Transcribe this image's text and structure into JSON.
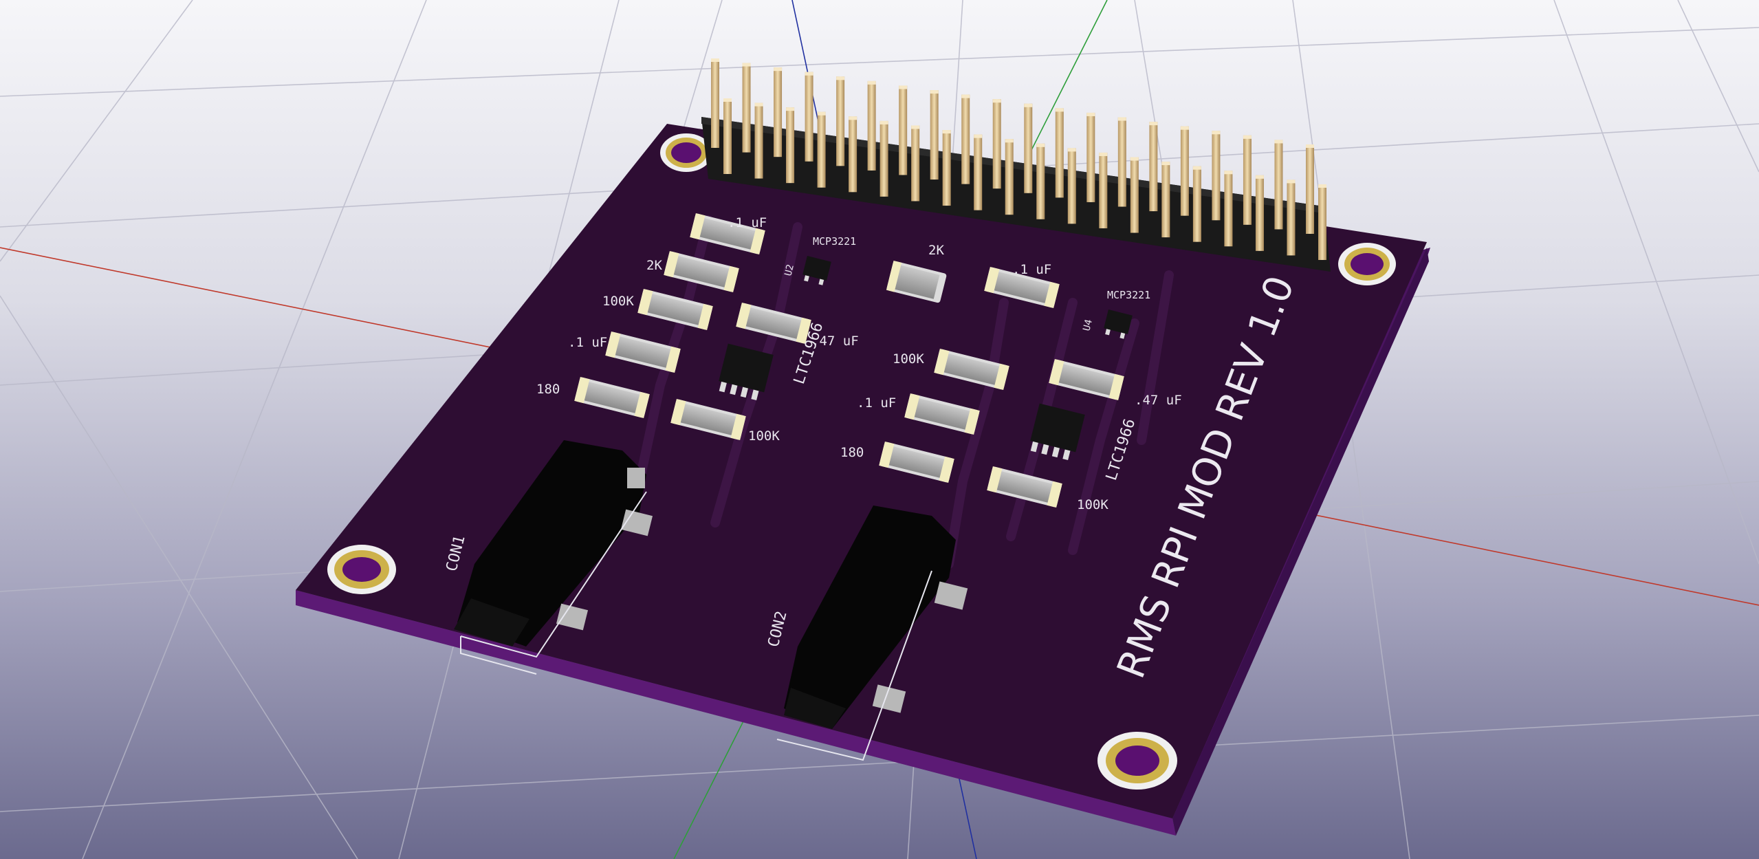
{
  "board": {
    "title": "RMS RPI MOD REV 1.0",
    "colors": {
      "pcb": "#2e0d33",
      "pcb_edge": "#5c1a75",
      "silkscreen": "#e9e6ee",
      "pin": "#e2c48f",
      "background_top": "#f4f4f8",
      "background_bottom": "#6d6c90"
    }
  },
  "labels": {
    "c_top_left": ".1 uF",
    "r_2k_left": "2K",
    "r_100k_left": "100K",
    "c_1uf_left_mid": ".1 uF",
    "r_180_left": "180",
    "r_100k_left_bottom": "100K",
    "c_47_left": ".47 uF",
    "ic_ltc_left": "LTC1966",
    "ic_mcp_left": "MCP3221",
    "ref_u2": "U2",
    "r_2k_mid": "2K",
    "c_1uf_mid_top": ".1 uF",
    "ic_mcp_right": "MCP3221",
    "ref_u4": "U4",
    "r_100k_mid": "100K",
    "c_47_right": ".47 uF",
    "c_1uf_mid": ".1 uF",
    "r_180_mid": "180",
    "ic_ltc_right": "LTC1966",
    "r_100k_right": "100K",
    "con1": "CON1",
    "con2": "CON2"
  }
}
